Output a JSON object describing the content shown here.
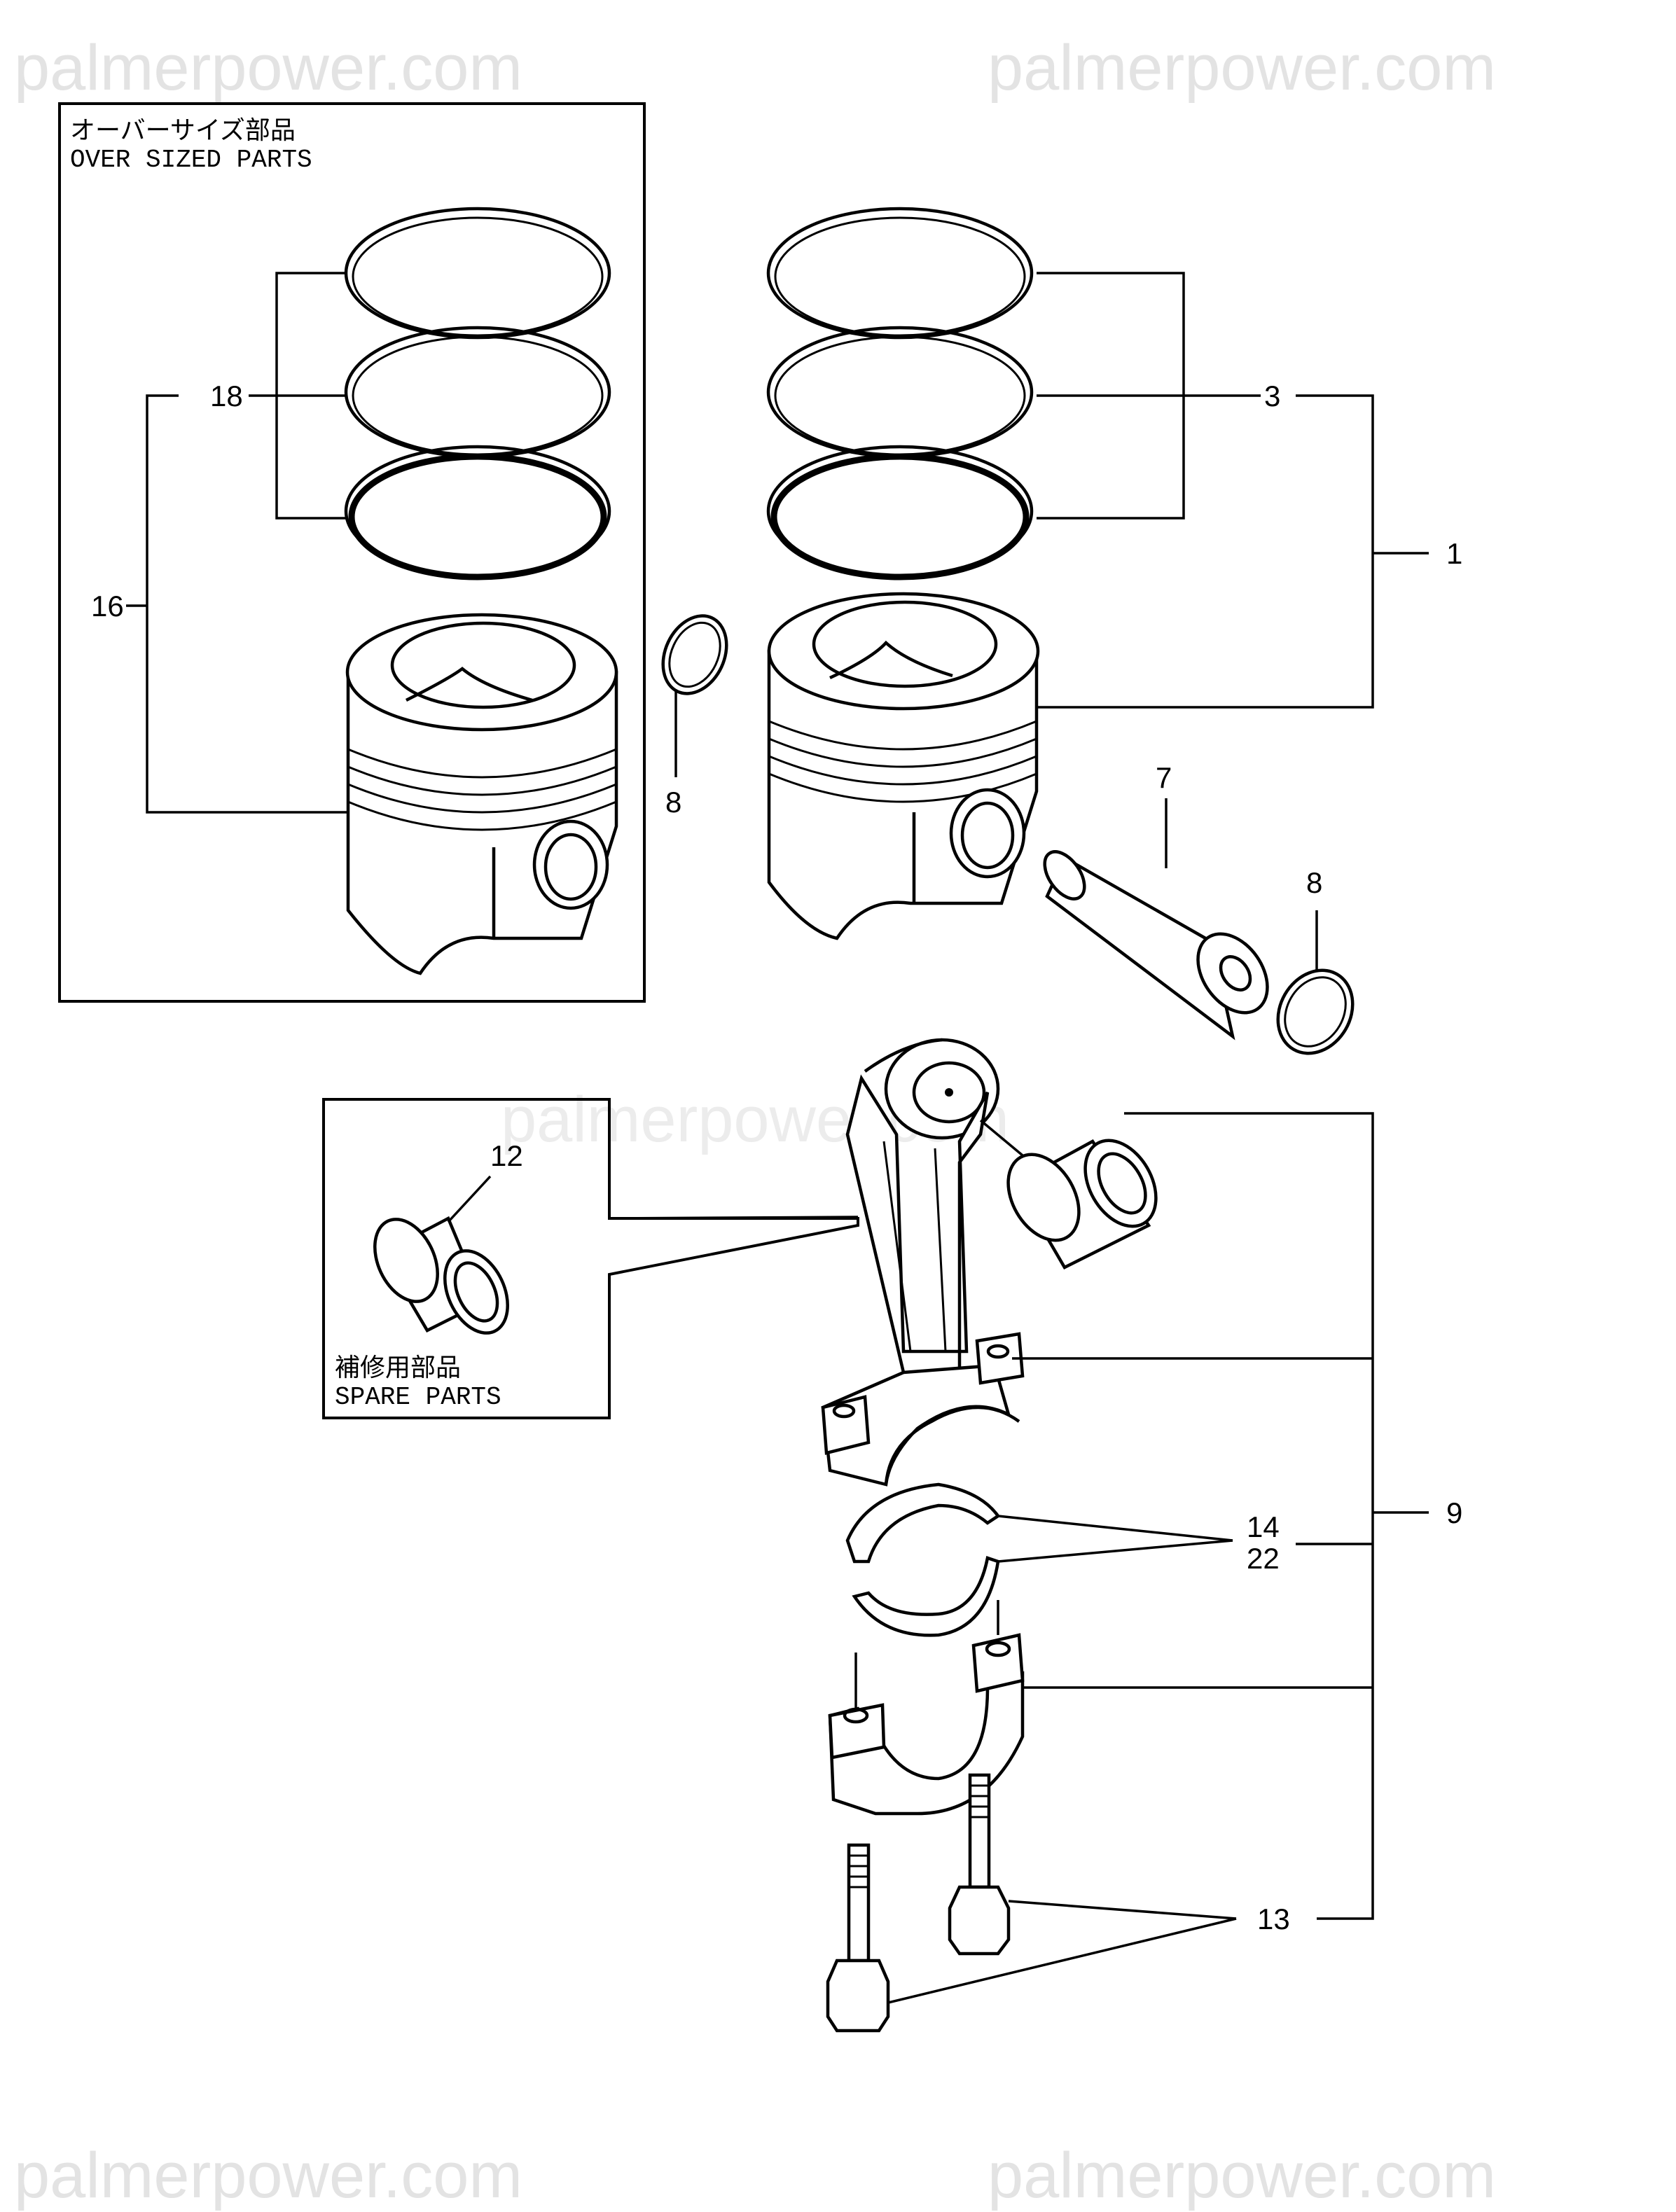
{
  "watermark": {
    "text": "palmerpower.com"
  },
  "oversized_box": {
    "title_jp": "オーバーサイズ部品",
    "title_en": "OVER SIZED PARTS"
  },
  "spare_box": {
    "title_jp": "補修用部品",
    "title_en": "SPARE PARTS"
  },
  "callouts": {
    "c1": "1",
    "c3": "3",
    "c7": "7",
    "c8a": "8",
    "c8b": "8",
    "c9": "9",
    "c12": "12",
    "c13": "13",
    "c14": "14",
    "c16": "16",
    "c18": "18",
    "c22": "22"
  }
}
